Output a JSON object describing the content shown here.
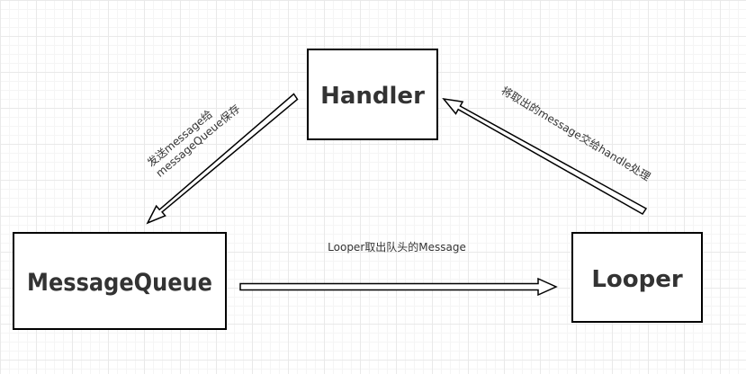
{
  "colors": {
    "stroke": "#000000",
    "text": "#333333",
    "box_fill": "#ffffff"
  },
  "nodes": {
    "handler": {
      "label": "Handler"
    },
    "message_queue": {
      "label": "MessageQueue"
    },
    "looper": {
      "label": "Looper"
    }
  },
  "edges": {
    "send": {
      "label_line1": "发送message给",
      "label_line2": "messageQueue保存"
    },
    "fetch": {
      "label": "Looper取出队头的Message"
    },
    "dispatch": {
      "label": "将取出的message交给handle处理"
    }
  }
}
